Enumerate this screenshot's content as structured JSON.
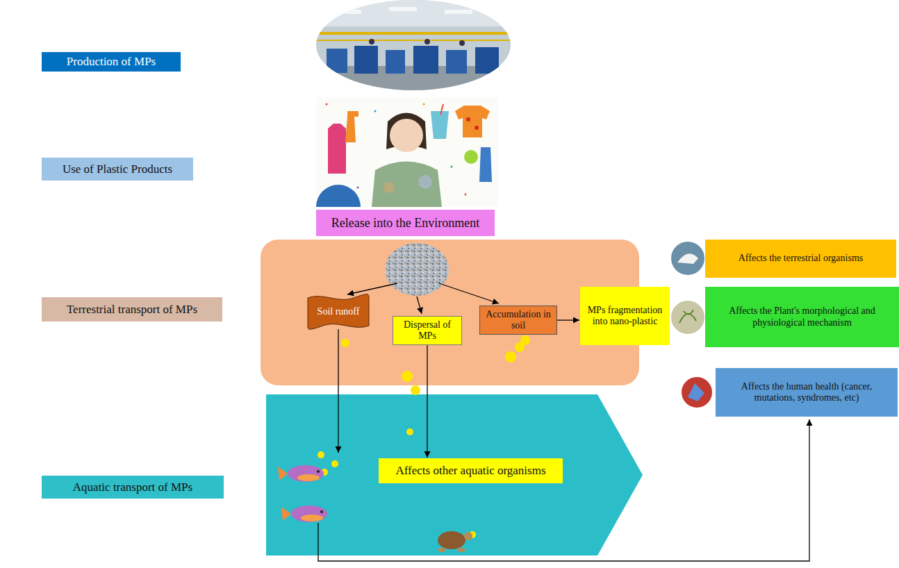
{
  "diagram": {
    "nodes": [
      {
        "text": [
          "Production of MPs"
        ]
      },
      {
        "text": [
          "Use of Plastic Products"
        ]
      },
      {
        "text": [
          "Release into the Environment"
        ]
      },
      {
        "text": [
          "Terrestrial transport of MPs"
        ]
      },
      {
        "text": [
          "Soil runoff"
        ]
      },
      {
        "text": [
          "Dispersal of MPs"
        ]
      },
      {
        "text": [
          "Accumulation in soil"
        ]
      },
      {
        "text": [
          "MPs fragmentation into nano-plastic"
        ]
      },
      {
        "text": [
          "Affects the terrestrial organisms"
        ]
      },
      {
        "text": [
          "Affects the Plant's morphological and physiological mechanism"
        ]
      },
      {
        "text": [
          "Affects the human health (cancer, mutations, syndromes, etc)"
        ]
      },
      {
        "text": [
          "Aquatic transport of MPs"
        ]
      },
      {
        "text": [
          "Affects other aquatic organisms"
        ]
      }
    ],
    "edges": [
      {
        "from": 6,
        "to": 7,
        "arrow": "to"
      },
      {
        "from": 5,
        "to": 12,
        "arrow": "to"
      }
    ]
  }
}
